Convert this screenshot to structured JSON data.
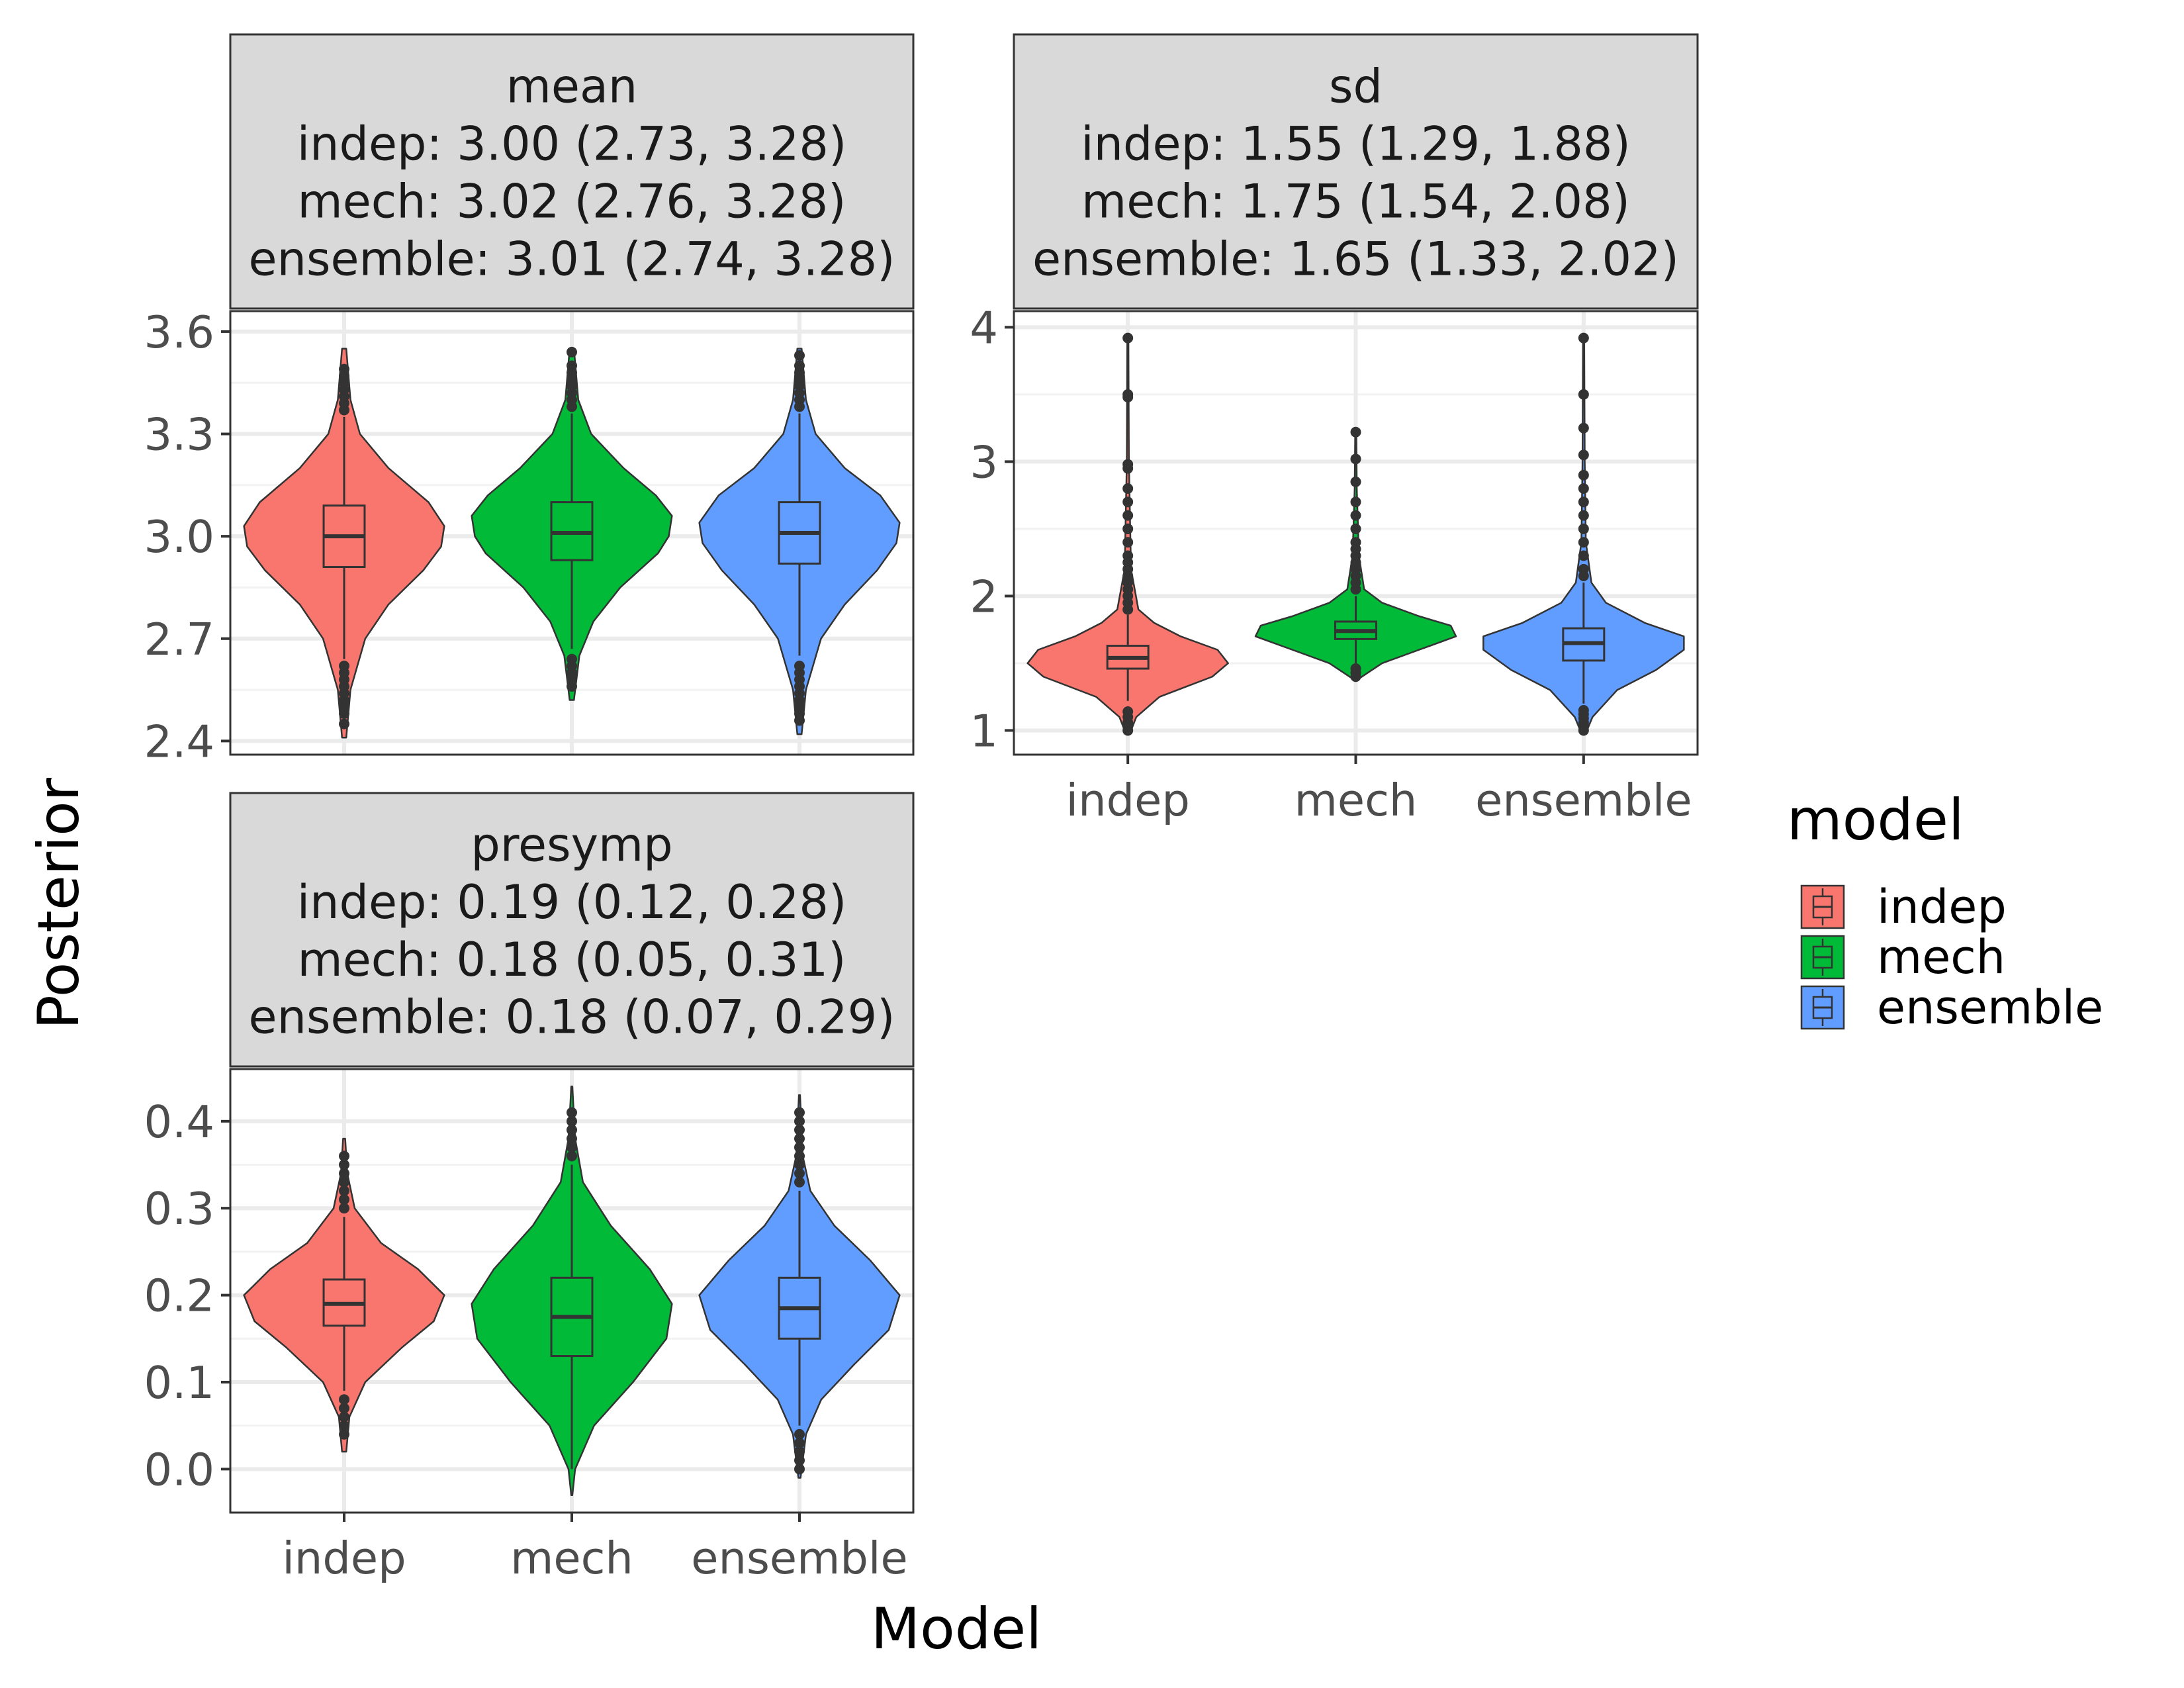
{
  "chart_data": {
    "type": "violin",
    "xlabel": "Model",
    "ylabel": "Posterior",
    "categories": [
      "indep",
      "mech",
      "ensemble"
    ],
    "legend": {
      "title": "model",
      "placement": "right",
      "entries": [
        {
          "label": "indep",
          "color": "#F8766D"
        },
        {
          "label": "mech",
          "color": "#00BA38"
        },
        {
          "label": "ensemble",
          "color": "#619CFF"
        }
      ]
    },
    "grid": true,
    "panels": [
      {
        "id": "mean",
        "strip": [
          "mean",
          "indep: 3.00 (2.73, 3.28)",
          "mech: 3.02 (2.76, 3.28)",
          "ensemble: 3.01 (2.74, 3.28)"
        ],
        "ylim": [
          2.36,
          3.66
        ],
        "yticks": [
          2.4,
          2.7,
          3.0,
          3.3,
          3.6
        ],
        "ytick_labels": [
          "2.4",
          "2.7",
          "3.0",
          "3.3",
          "3.6"
        ],
        "minor_yticks": [
          2.55,
          2.85,
          3.15,
          3.45
        ],
        "show_x_labels": false,
        "groups": [
          {
            "model": "indep",
            "min": 2.41,
            "max": 3.55,
            "q1": 2.91,
            "median": 3.0,
            "q3": 3.09,
            "whisker_low": 2.64,
            "whisker_high": 3.35,
            "outliers": [
              2.45,
              2.48,
              2.5,
              2.52,
              2.54,
              2.56,
              2.58,
              2.6,
              2.62,
              3.37,
              3.39,
              3.41,
              3.43,
              3.45,
              3.47,
              3.49
            ],
            "density": [
              [
                2.41,
                0.02
              ],
              [
                2.55,
                0.06
              ],
              [
                2.7,
                0.2
              ],
              [
                2.8,
                0.42
              ],
              [
                2.9,
                0.75
              ],
              [
                2.97,
                0.92
              ],
              [
                3.03,
                0.95
              ],
              [
                3.1,
                0.8
              ],
              [
                3.2,
                0.42
              ],
              [
                3.3,
                0.15
              ],
              [
                3.4,
                0.06
              ],
              [
                3.55,
                0.02
              ]
            ]
          },
          {
            "model": "mech",
            "min": 2.52,
            "max": 3.55,
            "q1": 2.93,
            "median": 3.01,
            "q3": 3.1,
            "whisker_low": 2.67,
            "whisker_high": 3.36,
            "outliers": [
              2.56,
              2.58,
              2.6,
              2.62,
              2.64,
              3.38,
              3.4,
              3.42,
              3.44,
              3.46,
              3.48,
              3.5,
              3.54
            ],
            "density": [
              [
                2.52,
                0.02
              ],
              [
                2.65,
                0.07
              ],
              [
                2.75,
                0.2
              ],
              [
                2.85,
                0.45
              ],
              [
                2.95,
                0.8
              ],
              [
                3.0,
                0.9
              ],
              [
                3.06,
                0.93
              ],
              [
                3.12,
                0.78
              ],
              [
                3.2,
                0.48
              ],
              [
                3.3,
                0.18
              ],
              [
                3.4,
                0.06
              ],
              [
                3.55,
                0.02
              ]
            ]
          },
          {
            "model": "ensemble",
            "min": 2.42,
            "max": 3.55,
            "q1": 2.92,
            "median": 3.01,
            "q3": 3.1,
            "whisker_low": 2.65,
            "whisker_high": 3.36,
            "outliers": [
              2.46,
              2.48,
              2.5,
              2.52,
              2.54,
              2.56,
              2.58,
              2.6,
              2.62,
              3.38,
              3.4,
              3.42,
              3.44,
              3.46,
              3.48,
              3.5,
              3.53
            ],
            "density": [
              [
                2.42,
                0.02
              ],
              [
                2.55,
                0.06
              ],
              [
                2.7,
                0.2
              ],
              [
                2.8,
                0.42
              ],
              [
                2.9,
                0.72
              ],
              [
                2.98,
                0.9
              ],
              [
                3.04,
                0.93
              ],
              [
                3.12,
                0.75
              ],
              [
                3.2,
                0.42
              ],
              [
                3.3,
                0.15
              ],
              [
                3.4,
                0.06
              ],
              [
                3.55,
                0.02
              ]
            ]
          }
        ]
      },
      {
        "id": "sd",
        "strip": [
          "sd",
          "indep: 1.55 (1.29, 1.88)",
          "mech: 1.75 (1.54, 2.08)",
          "ensemble: 1.65 (1.33, 2.02)"
        ],
        "ylim": [
          0.82,
          4.12
        ],
        "yticks": [
          1,
          2,
          3,
          4
        ],
        "ytick_labels": [
          "1",
          "2",
          "3",
          "4"
        ],
        "minor_yticks": [
          1.5,
          2.5,
          3.5
        ],
        "show_x_labels": true,
        "groups": [
          {
            "model": "indep",
            "min": 0.98,
            "max": 3.92,
            "q1": 1.46,
            "median": 1.54,
            "q3": 1.63,
            "whisker_low": 1.22,
            "whisker_high": 1.86,
            "outliers": [
              1.0,
              1.03,
              1.06,
              1.1,
              1.14,
              1.9,
              1.95,
              2.0,
              2.05,
              2.1,
              2.15,
              2.2,
              2.25,
              2.3,
              2.4,
              2.5,
              2.6,
              2.7,
              2.8,
              2.95,
              2.98,
              3.48,
              3.5,
              3.92
            ],
            "density": [
              [
                0.98,
                0.02
              ],
              [
                1.1,
                0.08
              ],
              [
                1.25,
                0.3
              ],
              [
                1.4,
                0.8
              ],
              [
                1.5,
                0.95
              ],
              [
                1.6,
                0.85
              ],
              [
                1.7,
                0.5
              ],
              [
                1.8,
                0.25
              ],
              [
                1.9,
                0.1
              ],
              [
                2.2,
                0.03
              ],
              [
                3.0,
                0.01
              ],
              [
                3.92,
                0.005
              ]
            ]
          },
          {
            "model": "mech",
            "min": 1.38,
            "max": 3.22,
            "q1": 1.68,
            "median": 1.74,
            "q3": 1.81,
            "whisker_low": 1.5,
            "whisker_high": 2.0,
            "outliers": [
              1.4,
              1.43,
              1.46,
              2.05,
              2.1,
              2.15,
              2.2,
              2.25,
              2.3,
              2.35,
              2.4,
              2.5,
              2.6,
              2.7,
              2.85,
              3.02,
              3.22
            ],
            "density": [
              [
                1.38,
                0.02
              ],
              [
                1.5,
                0.25
              ],
              [
                1.6,
                0.6
              ],
              [
                1.7,
                0.95
              ],
              [
                1.78,
                0.9
              ],
              [
                1.85,
                0.6
              ],
              [
                1.95,
                0.25
              ],
              [
                2.05,
                0.08
              ],
              [
                2.3,
                0.03
              ],
              [
                2.8,
                0.01
              ],
              [
                3.22,
                0.005
              ]
            ]
          },
          {
            "model": "ensemble",
            "min": 0.98,
            "max": 3.92,
            "q1": 1.52,
            "median": 1.65,
            "q3": 1.76,
            "whisker_low": 1.2,
            "whisker_high": 2.1,
            "outliers": [
              1.0,
              1.03,
              1.06,
              1.09,
              1.12,
              1.15,
              2.15,
              2.2,
              2.3,
              2.4,
              2.5,
              2.6,
              2.7,
              2.8,
              2.9,
              3.05,
              3.25,
              3.5,
              3.92
            ],
            "density": [
              [
                0.98,
                0.02
              ],
              [
                1.1,
                0.08
              ],
              [
                1.3,
                0.3
              ],
              [
                1.45,
                0.65
              ],
              [
                1.6,
                0.9
              ],
              [
                1.7,
                0.9
              ],
              [
                1.8,
                0.55
              ],
              [
                1.95,
                0.2
              ],
              [
                2.1,
                0.07
              ],
              [
                2.4,
                0.02
              ],
              [
                3.0,
                0.01
              ],
              [
                3.92,
                0.005
              ]
            ]
          }
        ]
      },
      {
        "id": "presymp",
        "strip": [
          "presymp",
          "indep: 0.19 (0.12, 0.28)",
          "mech: 0.18 (0.05, 0.31)",
          "ensemble: 0.18 (0.07, 0.29)"
        ],
        "ylim": [
          -0.05,
          0.46
        ],
        "yticks": [
          0.0,
          0.1,
          0.2,
          0.3,
          0.4
        ],
        "ytick_labels": [
          "0.0",
          "0.1",
          "0.2",
          "0.3",
          "0.4"
        ],
        "minor_yticks": [
          0.05,
          0.15,
          0.25,
          0.35
        ],
        "show_x_labels": true,
        "groups": [
          {
            "model": "indep",
            "min": 0.02,
            "max": 0.38,
            "q1": 0.165,
            "median": 0.19,
            "q3": 0.218,
            "whisker_low": 0.09,
            "whisker_high": 0.29,
            "outliers": [
              0.04,
              0.05,
              0.06,
              0.07,
              0.08,
              0.3,
              0.31,
              0.32,
              0.33,
              0.34,
              0.35,
              0.36
            ],
            "density": [
              [
                0.02,
                0.02
              ],
              [
                0.06,
                0.05
              ],
              [
                0.1,
                0.2
              ],
              [
                0.14,
                0.55
              ],
              [
                0.17,
                0.85
              ],
              [
                0.2,
                0.95
              ],
              [
                0.23,
                0.7
              ],
              [
                0.26,
                0.35
              ],
              [
                0.3,
                0.1
              ],
              [
                0.34,
                0.03
              ],
              [
                0.38,
                0.01
              ]
            ]
          },
          {
            "model": "mech",
            "min": -0.03,
            "max": 0.44,
            "q1": 0.13,
            "median": 0.175,
            "q3": 0.22,
            "whisker_low": 0.0,
            "whisker_high": 0.35,
            "outliers": [
              0.36,
              0.37,
              0.38,
              0.39,
              0.4,
              0.41
            ],
            "density": [
              [
                -0.03,
                0.005
              ],
              [
                0.0,
                0.03
              ],
              [
                0.05,
                0.2
              ],
              [
                0.1,
                0.55
              ],
              [
                0.15,
                0.85
              ],
              [
                0.19,
                0.9
              ],
              [
                0.23,
                0.7
              ],
              [
                0.28,
                0.35
              ],
              [
                0.33,
                0.1
              ],
              [
                0.38,
                0.03
              ],
              [
                0.44,
                0.005
              ]
            ]
          },
          {
            "model": "ensemble",
            "min": -0.01,
            "max": 0.43,
            "q1": 0.15,
            "median": 0.185,
            "q3": 0.22,
            "whisker_low": 0.05,
            "whisker_high": 0.32,
            "outliers": [
              0.0,
              0.01,
              0.02,
              0.03,
              0.04,
              0.33,
              0.34,
              0.35,
              0.36,
              0.37,
              0.38,
              0.39,
              0.4,
              0.41
            ],
            "density": [
              [
                -0.01,
                0.01
              ],
              [
                0.04,
                0.06
              ],
              [
                0.08,
                0.2
              ],
              [
                0.12,
                0.5
              ],
              [
                0.16,
                0.82
              ],
              [
                0.2,
                0.92
              ],
              [
                0.24,
                0.65
              ],
              [
                0.28,
                0.32
              ],
              [
                0.32,
                0.1
              ],
              [
                0.36,
                0.03
              ],
              [
                0.43,
                0.005
              ]
            ]
          }
        ]
      }
    ]
  }
}
